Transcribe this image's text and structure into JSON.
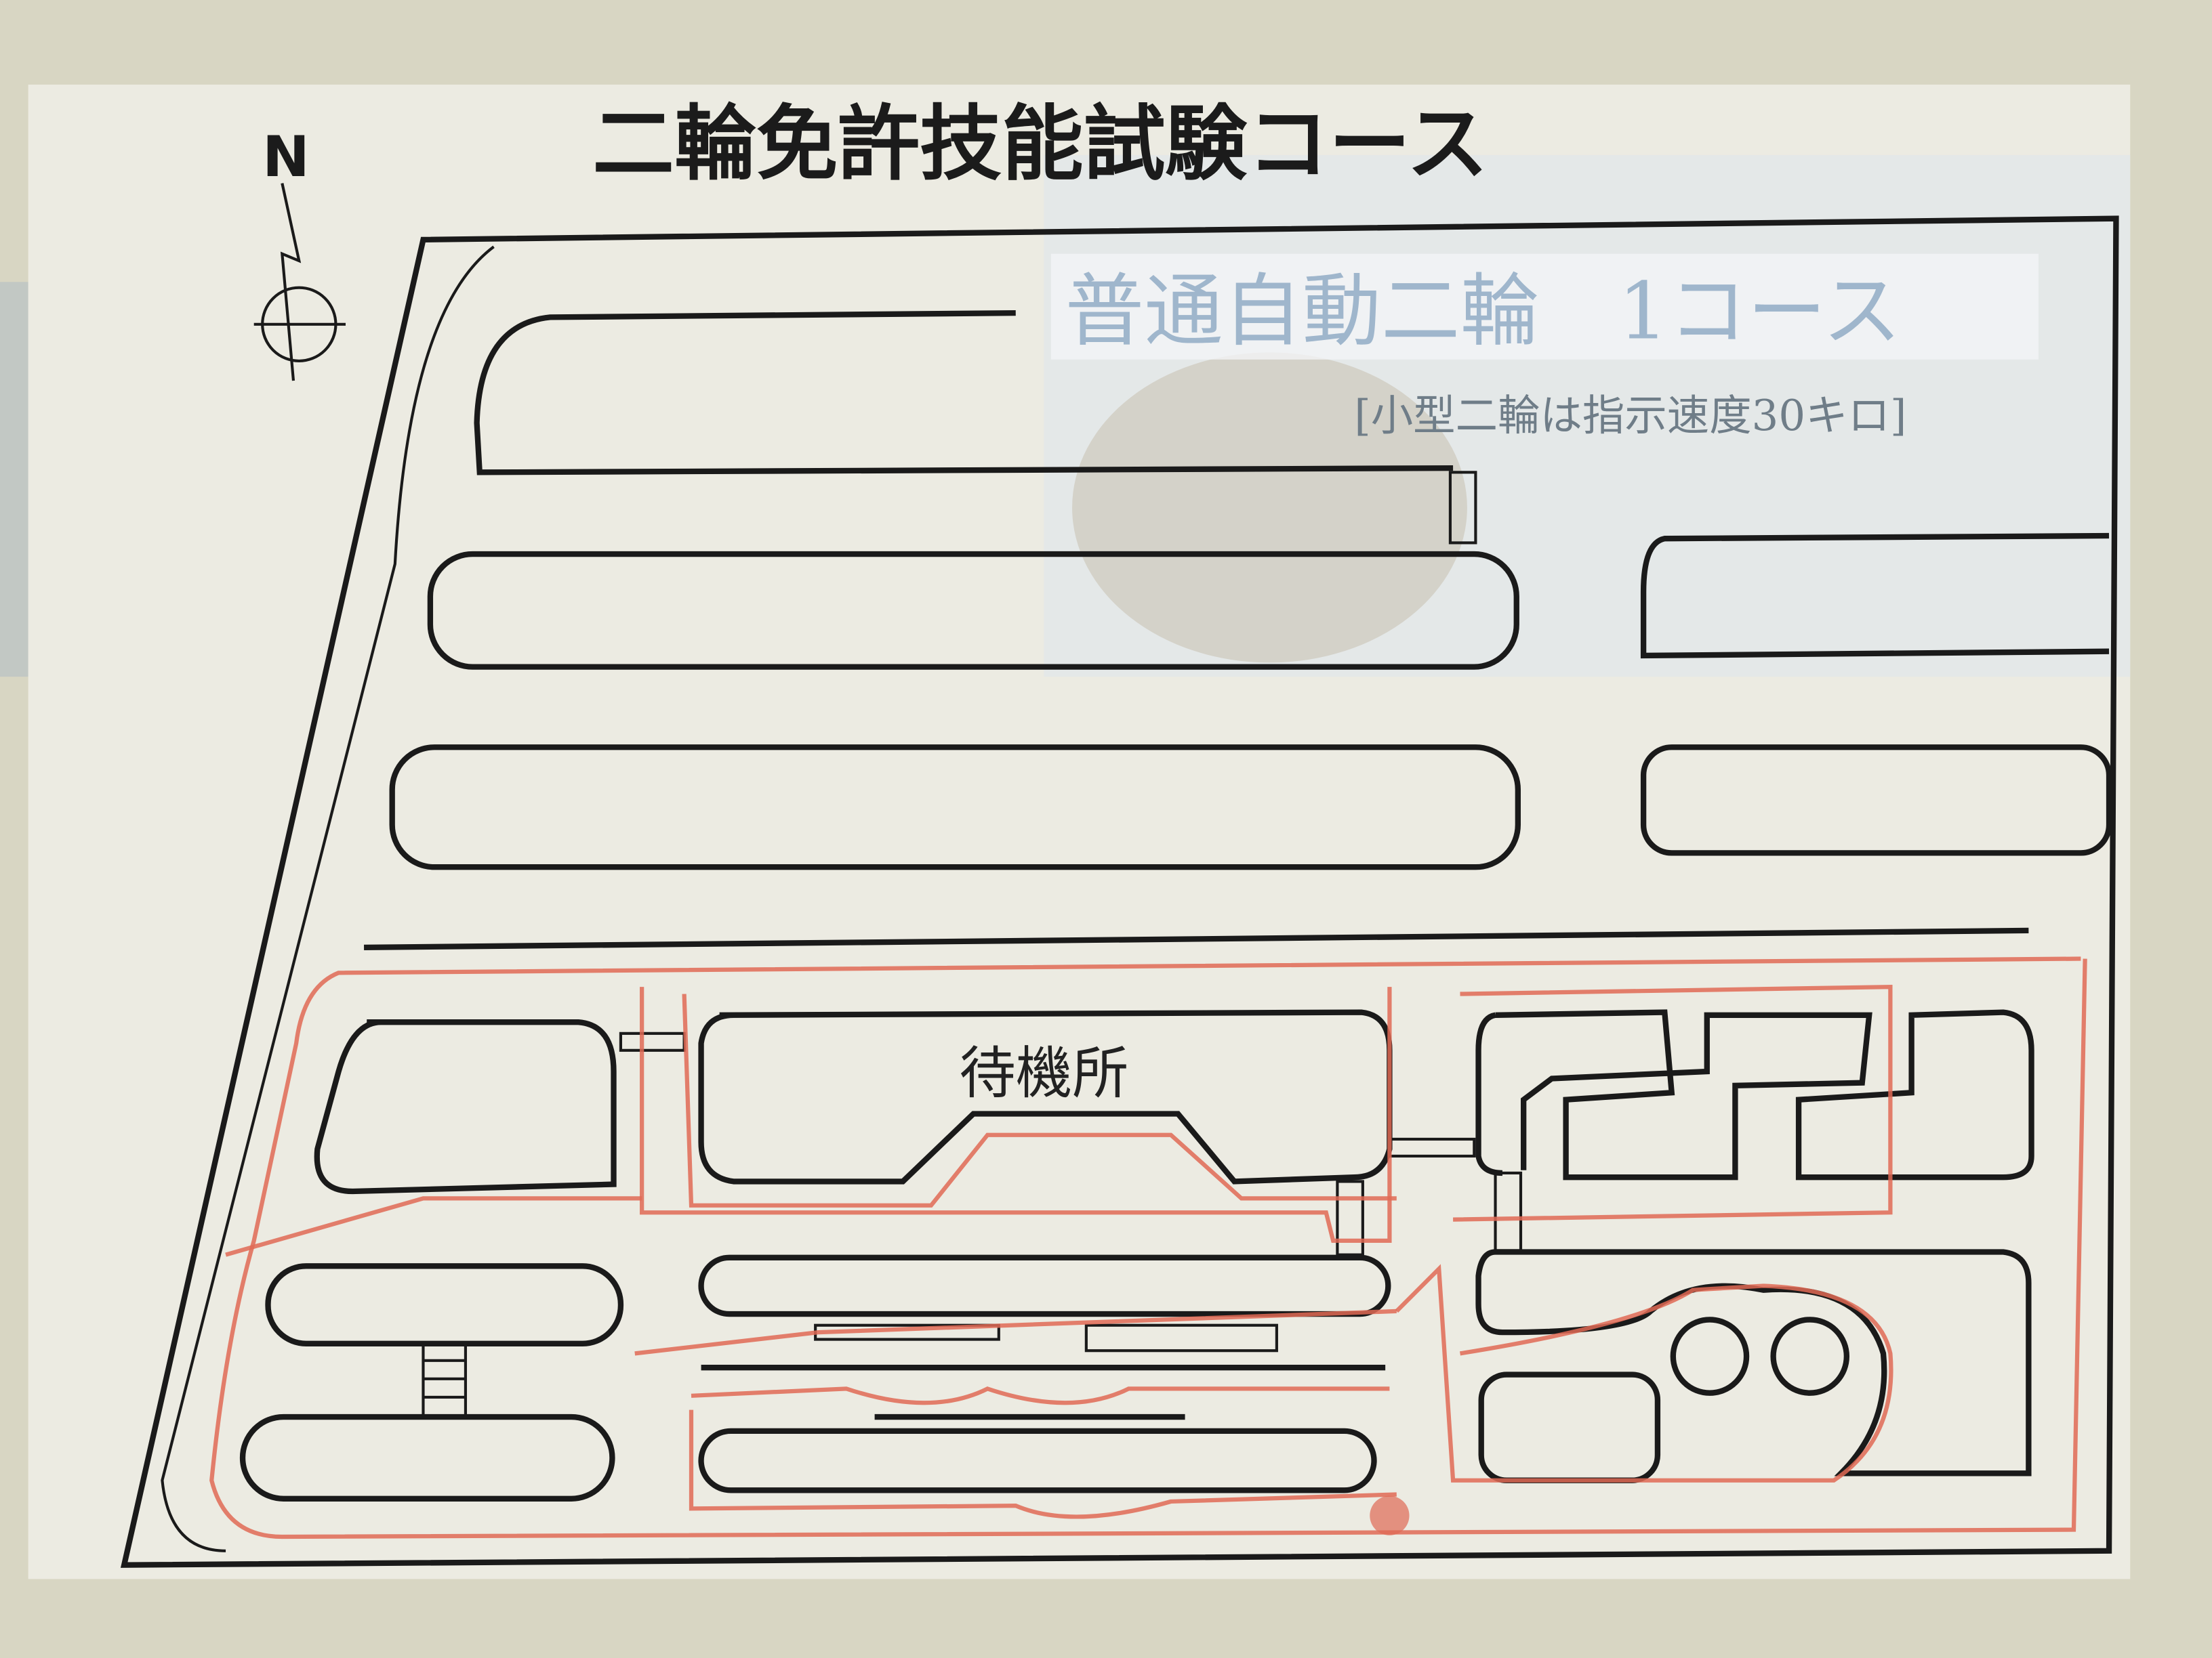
{
  "sign": {
    "title": "二輪免許技能試験コース",
    "north_label": "N",
    "course_name": "普通自動二輪　1コース",
    "note": "[小型二輪は指示速度30キロ]",
    "waiting_area_label": "待機所"
  },
  "colors": {
    "route": "#e06a55",
    "lines": "#1a1a1a",
    "paper": "#ecebe2"
  }
}
